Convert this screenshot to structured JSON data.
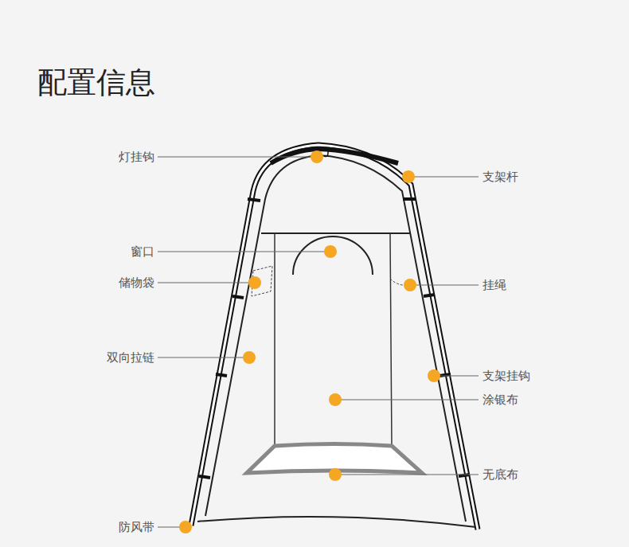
{
  "diagram": {
    "title": "配置信息",
    "labels": [
      "灯挂钩",
      "支架杆",
      "窗口",
      "储物袋",
      "挂绳",
      "双向拉链",
      "支架挂钩",
      "涂银布",
      "无底布",
      "防风带"
    ]
  }
}
